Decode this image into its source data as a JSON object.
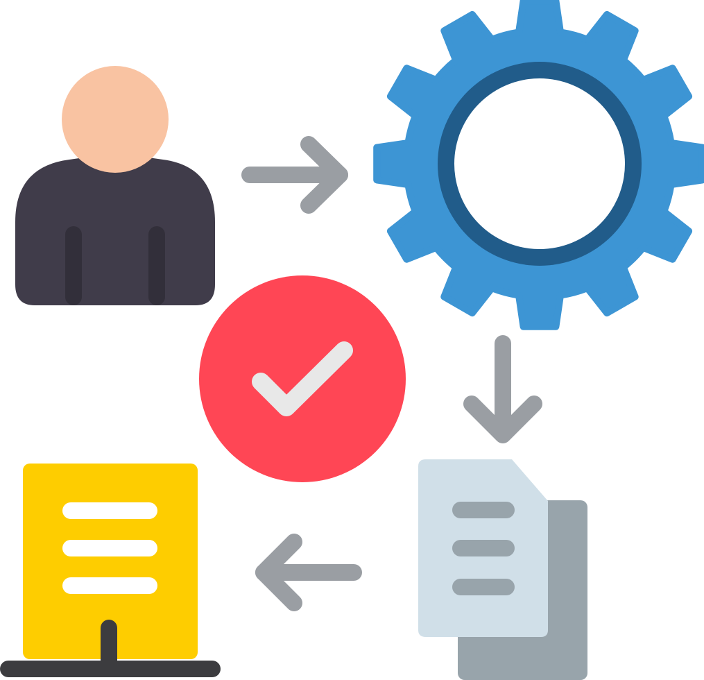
{
  "diagram": {
    "nodes": [
      {
        "id": "person",
        "icon": "person-icon"
      },
      {
        "id": "process",
        "icon": "gear-icon"
      },
      {
        "id": "approval",
        "icon": "checkmark-icon"
      },
      {
        "id": "documents",
        "icon": "documents-icon"
      },
      {
        "id": "board",
        "icon": "board-stand-icon"
      }
    ],
    "flow": [
      {
        "from": "person",
        "to": "process",
        "icon": "arrow-right-icon"
      },
      {
        "from": "process",
        "to": "documents",
        "icon": "arrow-down-icon"
      },
      {
        "from": "documents",
        "to": "board",
        "icon": "arrow-left-icon"
      }
    ]
  },
  "colors": {
    "person_head": "#f9c3a2",
    "person_body": "#403c4a",
    "person_folds": "#322f3a",
    "gear_fill": "#3d95d4",
    "gear_ring": "#215c8a",
    "gear_hole": "#ffffff",
    "arrow": "#9a9ea3",
    "check_circle": "#ff4655",
    "check_mark": "#e8e8e8",
    "doc_front": "#d0dfe8",
    "doc_back": "#98a4ab",
    "doc_lines": "#98a4ab",
    "board_fill": "#fecd00",
    "board_lines": "#ffffff",
    "board_stand": "#3c3c3f"
  }
}
